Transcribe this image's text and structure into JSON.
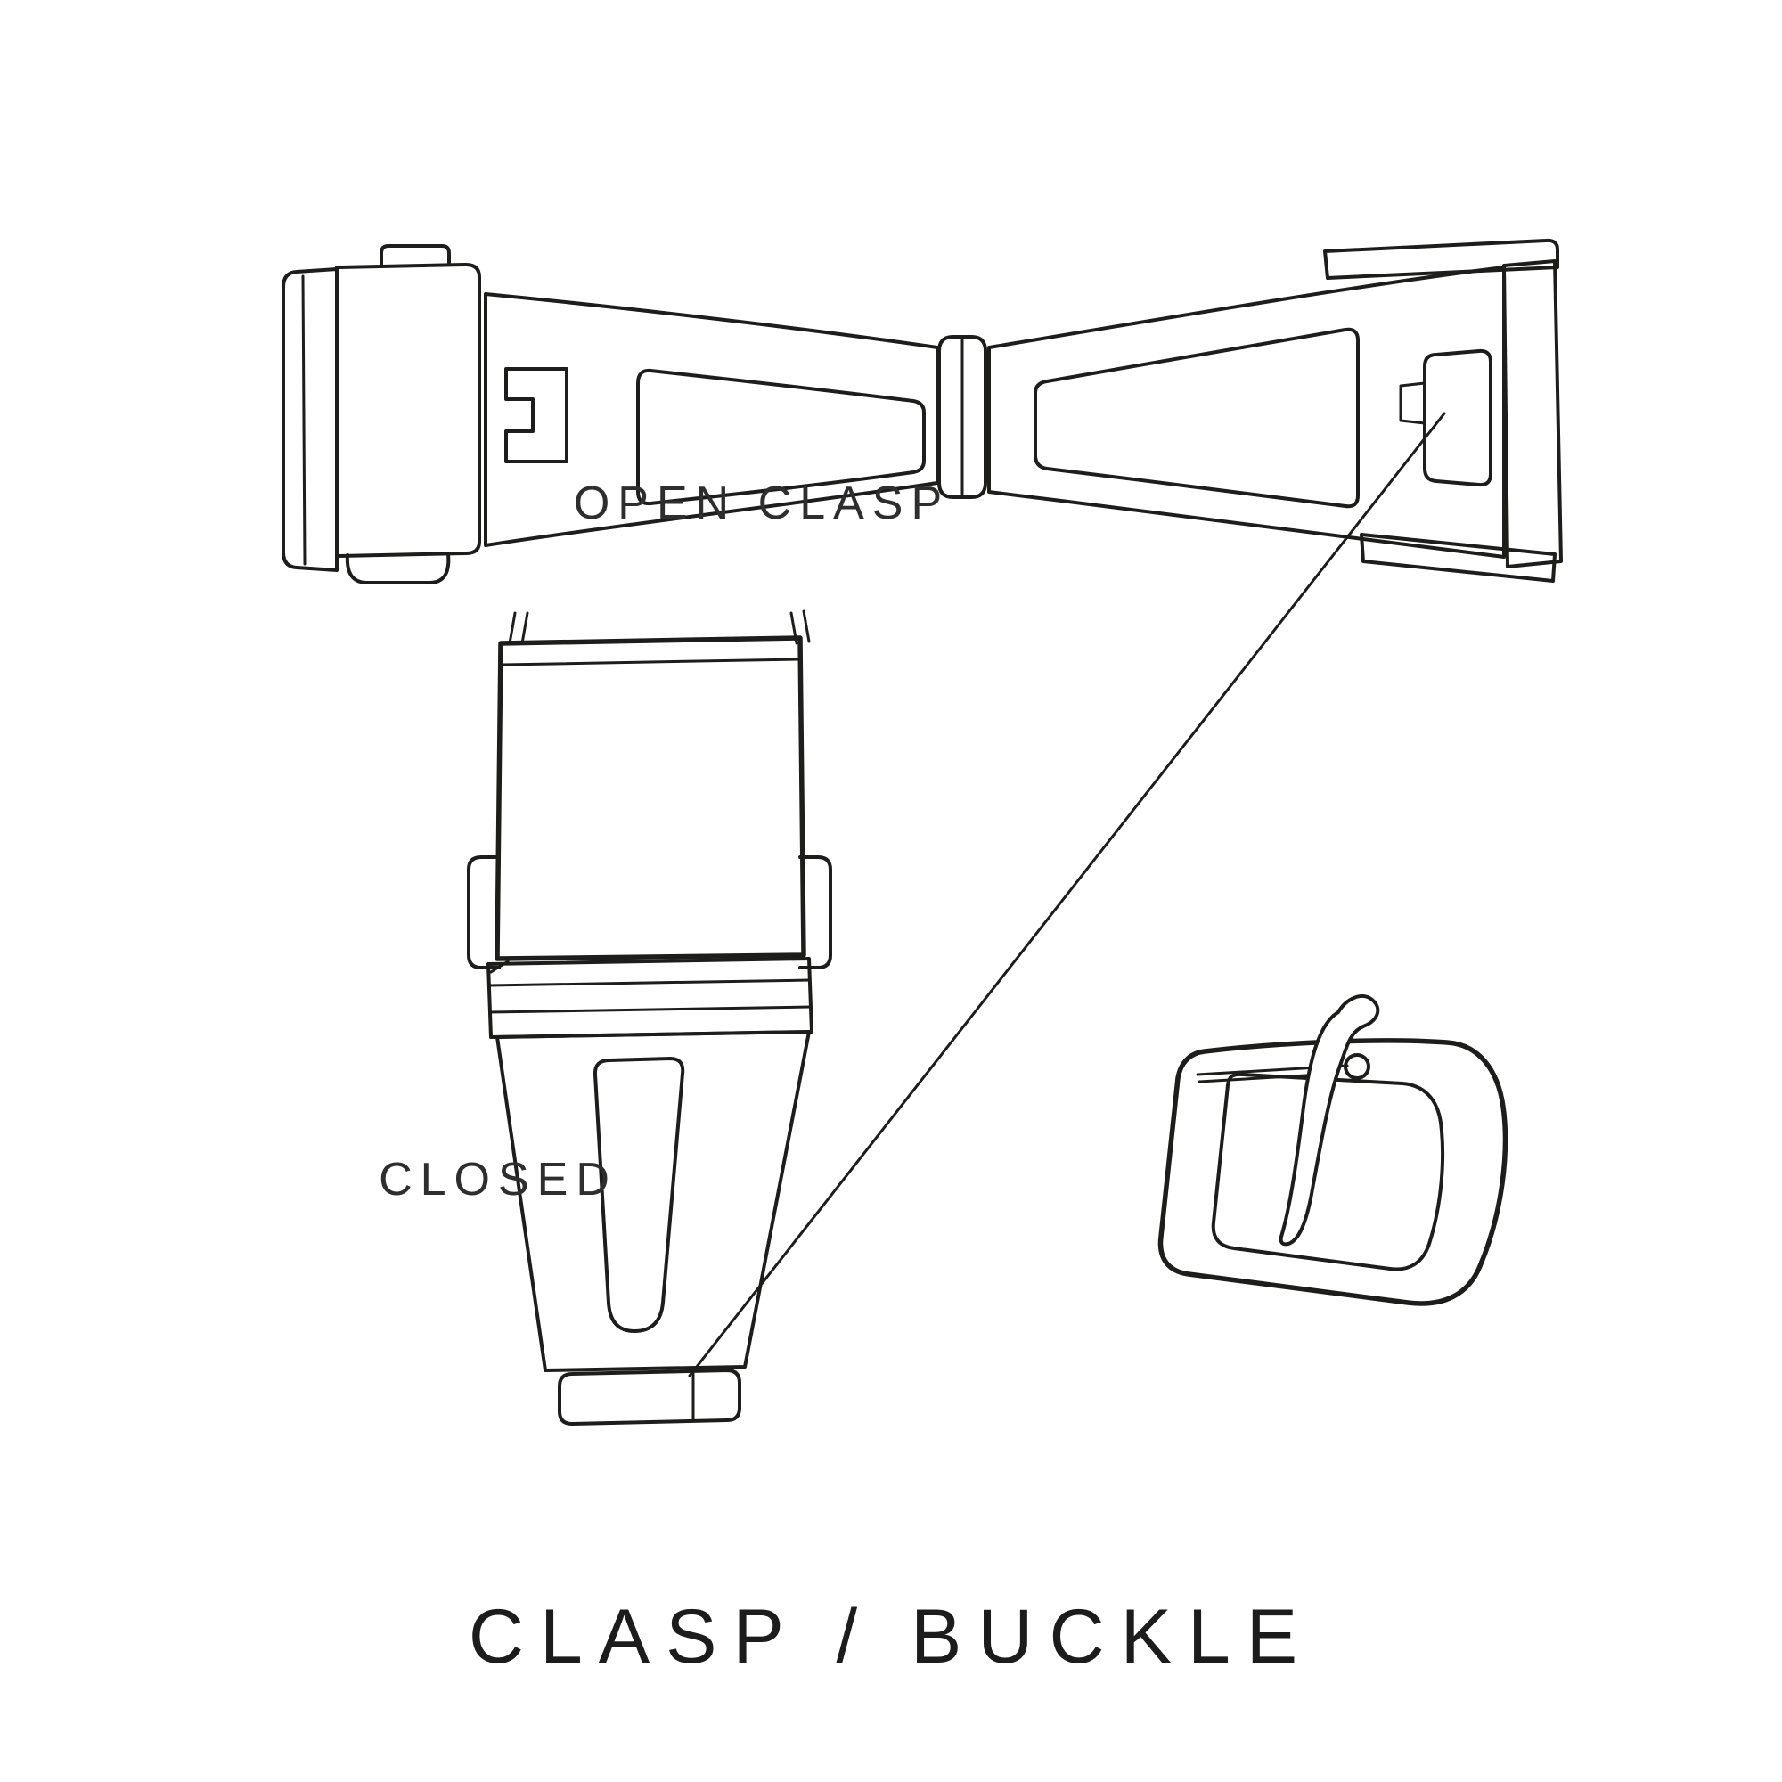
{
  "title": "CLASP / BUCKLE",
  "labels": {
    "open_clasp": "OPEN CLASP",
    "closed": "CLOSED"
  },
  "illustrations": {
    "open_clasp": "deployant watch clasp shown opened flat, top view",
    "closed_clasp": "watch clasp shown closed, top view",
    "buckle": "tang buckle with pin and tongue, three-quarter view"
  },
  "colors": {
    "line": "#1d1d1b",
    "text": "#2e2e2e",
    "title_text": "#1c1c1c",
    "background": "#ffffff"
  }
}
